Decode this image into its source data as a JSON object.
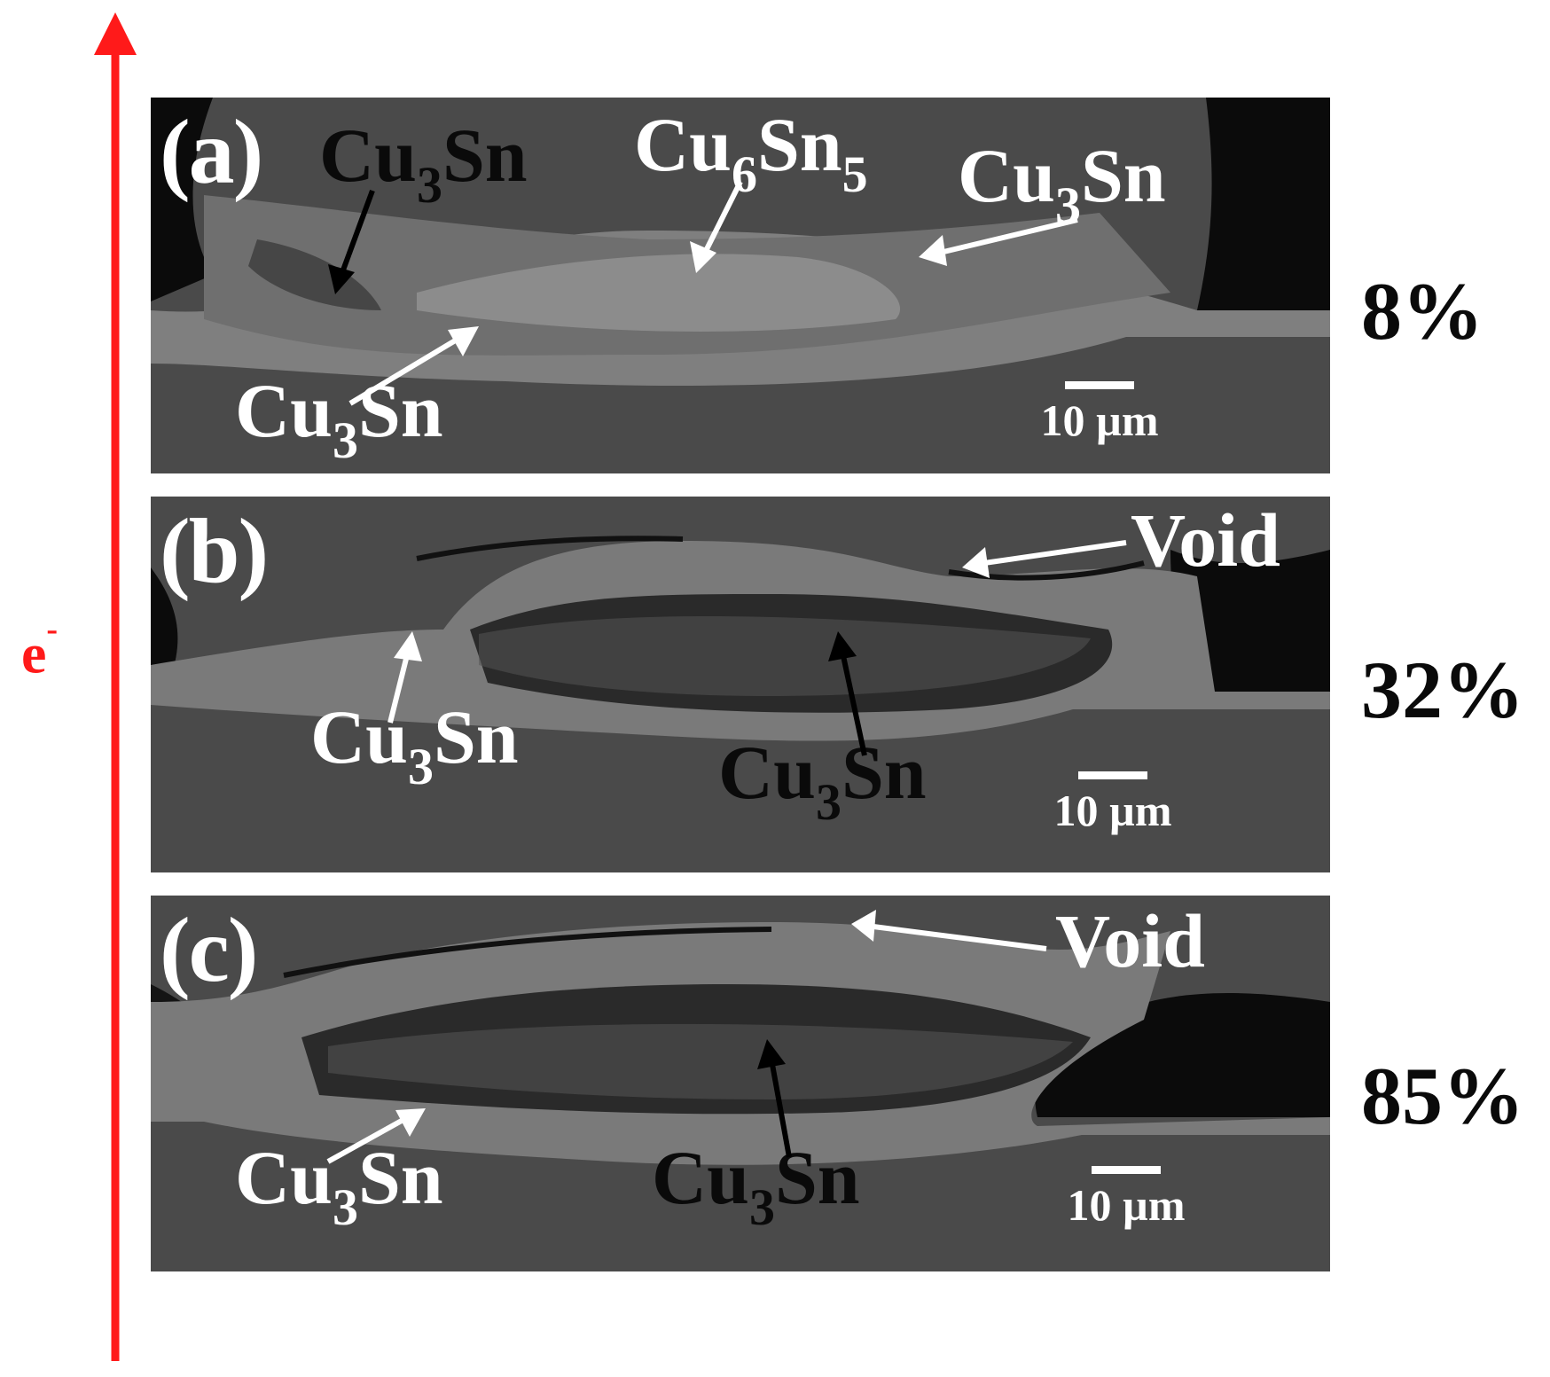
{
  "figure": {
    "electron_label": "e",
    "electron_sup": "-",
    "accent_color": "#ff1a1a",
    "panels": [
      {
        "letter": "(a)",
        "percent": "8%",
        "scale": "10 µm",
        "labels": [
          {
            "base": "Cu",
            "sub": "3",
            "tail": "Sn"
          },
          {
            "base": "Cu",
            "sub": "6",
            "tail": "Sn",
            "sub2": "5"
          },
          {
            "base": "Cu",
            "sub": "3",
            "tail": "Sn"
          },
          {
            "base": "Cu",
            "sub": "3",
            "tail": "Sn"
          }
        ]
      },
      {
        "letter": "(b)",
        "percent": "32%",
        "scale": "10 µm",
        "labels": [
          {
            "text": "Void"
          },
          {
            "base": "Cu",
            "sub": "3",
            "tail": "Sn"
          },
          {
            "base": "Cu",
            "sub": "3",
            "tail": "Sn"
          }
        ]
      },
      {
        "letter": "(c)",
        "percent": "85%",
        "scale": "10 µm",
        "labels": [
          {
            "text": "Void"
          },
          {
            "base": "Cu",
            "sub": "3",
            "tail": "Sn"
          },
          {
            "base": "Cu",
            "sub": "3",
            "tail": "Sn"
          }
        ]
      }
    ]
  }
}
